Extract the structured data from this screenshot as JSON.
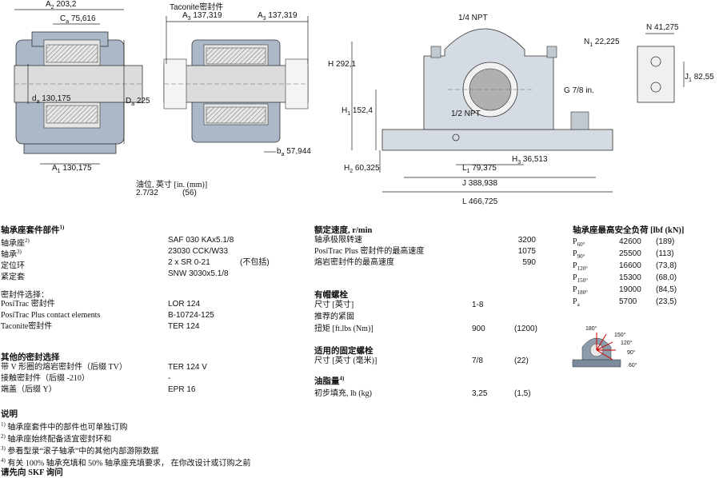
{
  "drawing": {
    "fig1": {
      "A2": "A",
      "A2_sub": "2",
      "A2_val": "203,2",
      "Ca": "C",
      "Ca_sub": "a",
      "Ca_val": "75,616",
      "da": "d",
      "da_sub": "a",
      "da_val": "130,175",
      "Da": "D",
      "Da_sub": "a",
      "Da_val": "225",
      "A1": "A",
      "A1_sub": "1",
      "A1_val": "130,175"
    },
    "fig2": {
      "title": "Taconite密封件",
      "A3a": "A",
      "A3a_sub": "3",
      "A3a_val": "137,319",
      "A3b": "A",
      "A3b_sub": "3",
      "A3b_val": "137,319",
      "ba": "b",
      "ba_sub": "a",
      "ba_val": "57,944"
    },
    "oil": {
      "label": "油位, 英寸 [in. (mm)]",
      "val": "2.7/32",
      "val_mm": "(56)"
    },
    "fig3": {
      "npt_top": "1/4 NPT",
      "H": "H",
      "H_val": "292,1",
      "H1": "H",
      "H1_sub": "1",
      "H1_val": "152,4",
      "npt_mid": "1/2 NPT",
      "G": "G",
      "G_val": "7/8 in.",
      "H2": "H",
      "H2_sub": "2",
      "H2_val": "60,325",
      "L1": "L",
      "L1_sub": "1",
      "L1_val": "79,375",
      "H3": "H",
      "H3_sub": "3",
      "H3_val": "36,513",
      "J": "J",
      "J_val": "388,938",
      "L": "L",
      "L_val": "466,725"
    },
    "fig4": {
      "N1": "N",
      "N1_sub": "1",
      "N1_val": "22,225",
      "N": "N",
      "N_val": "41,275",
      "J1": "J",
      "J1_sub": "1",
      "J1_val": "82,55"
    },
    "angles": [
      "180°",
      "150°",
      "120°",
      "90°",
      "60°"
    ]
  },
  "parts": {
    "title": "轴承座套件部件",
    "title_sup": "1)",
    "rows": [
      {
        "label": "轴承座",
        "sup": "2)",
        "value": "SAF 030 KAx5.1/8",
        "note": ""
      },
      {
        "label": "轴承",
        "sup": "3)",
        "value": "23030 CCK/W33",
        "note": ""
      },
      {
        "label": "定位环",
        "sup": "",
        "value": "2 x SR 0-21",
        "note": "(不包括)"
      },
      {
        "label": "紧定套",
        "sup": "",
        "value": "SNW 3030x5.1/8",
        "note": ""
      }
    ],
    "seal_title": "密封件选择：",
    "seal_rows": [
      {
        "label": "PosiTrac 密封件",
        "value": "LOR 124"
      },
      {
        "label": "PosiTrac Plus contact elements",
        "value": "B-10724-125"
      },
      {
        "label": "Taconite密封件",
        "value": "TER 124"
      }
    ]
  },
  "other_seals": {
    "title": "其他的密封选择",
    "rows": [
      {
        "label": "带 V 形圈的熔岩密封件（后缀 TV）",
        "value": "TER 124 V"
      },
      {
        "label": "接触密封件（后缀 -210）",
        "value": "-"
      },
      {
        "label": "端盖（后缀 Y）",
        "value": "EPR 16"
      }
    ]
  },
  "notes": {
    "title": "说明",
    "rows": [
      {
        "sup": "1)",
        "text": "轴承座套件中的部件也可单独订购"
      },
      {
        "sup": "2)",
        "text": "轴承座始终配备适宜密封环和"
      },
      {
        "sup": "3)",
        "text": "参看型录“滚子轴承”中的其他内部游隙数据"
      },
      {
        "sup": "4)",
        "text": "有关 100% 轴承充填和 50% 轴承座充填要求， 在你改设计或订购之前"
      }
    ],
    "contact": "请先向 SKF 询问"
  },
  "speed": {
    "title": "额定速度, r/min",
    "rows": [
      {
        "label": "轴承极限转速",
        "value": "3200"
      },
      {
        "label": "PosiTrac Plus 密封件的最高速度",
        "value": "1075"
      },
      {
        "label": "熔岩密封件的最高速度",
        "value": "590"
      }
    ]
  },
  "cap_bolts": {
    "title": "有帽螺栓",
    "rows": [
      {
        "label": "尺寸 [英寸]",
        "value": "1-8",
        "value2": ""
      },
      {
        "label": "推荐的紧固",
        "value": "",
        "value2": ""
      },
      {
        "label": "扭矩 [ft.lbs (Nm)]",
        "value": "900",
        "value2": "(1200)"
      }
    ]
  },
  "fixing_bolts": {
    "title": "适用的固定螺栓",
    "rows": [
      {
        "label": "尺寸 [英寸 (毫米)]",
        "value": "7/8",
        "value2": "(22)"
      }
    ]
  },
  "grease": {
    "title": "油脂量",
    "title_sup": "4)",
    "rows": [
      {
        "label": "初步填充, lb (kg)",
        "value": "3,25",
        "value2": "(1,5)"
      }
    ]
  },
  "loads": {
    "title": "轴承座最高安全负荷 [lbf (kN)]",
    "rows": [
      {
        "p": "P",
        "sub": "60°",
        "v": "42600",
        "kn": "(189)"
      },
      {
        "p": "P",
        "sub": "90°",
        "v": "25500",
        "kn": "(113)"
      },
      {
        "p": "P",
        "sub": "120°",
        "v": "16600",
        "kn": "(73,8)"
      },
      {
        "p": "P",
        "sub": "150°",
        "v": "15300",
        "kn": "(68,0)"
      },
      {
        "p": "P",
        "sub": "180°",
        "v": "19000",
        "kn": "(84,5)"
      },
      {
        "p": "P",
        "sub": "a",
        "v": "5700",
        "kn": "(23,5)"
      }
    ]
  }
}
